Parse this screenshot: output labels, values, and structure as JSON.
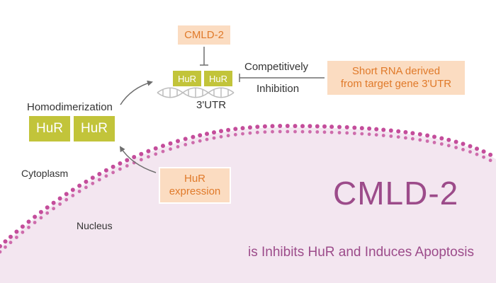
{
  "nodes": {
    "cmld2_small": "CMLD-2",
    "hur_expression": "HuR\nexpression",
    "short_rna": "Short RNA derived\nfrom target gene 3'UTR",
    "hur": "HuR"
  },
  "labels": {
    "competitively": "Competitively",
    "inhibition": "Inhibition",
    "utr": "3'UTR",
    "homodimerization": "Homodimerization",
    "cytoplasm": "Cytoplasm",
    "nucleus": "Nucleus"
  },
  "title": "CMLD-2",
  "subtitle": "is Inhibits HuR and Induces Apoptosis",
  "colors": {
    "nucleus_fill": "#f3e6f0",
    "membrane_dots": "#c44d9b",
    "title_purple": "#9c4b8a",
    "orange_box_fill": "#fbdcc1",
    "orange_text": "#e07a2a",
    "hur_green": "#c2c43a",
    "arrow_gray": "#6e6e6e"
  }
}
